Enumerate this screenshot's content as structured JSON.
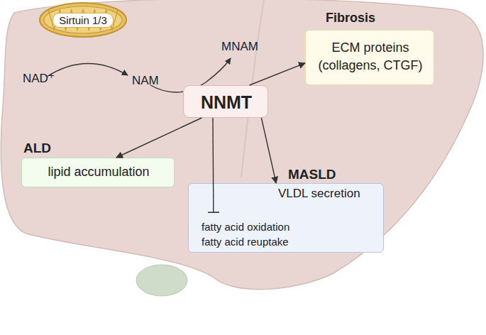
{
  "diagram": {
    "nodes": [
      {
        "text": [
          "Sirtuin 1/3"
        ]
      },
      {
        "text": [
          "NNMT"
        ]
      },
      {
        "text": [
          "Fibrosis",
          "ECM proteins (collagens, CTGF)"
        ]
      },
      {
        "text": [
          "ALD",
          "lipid accumulation"
        ]
      },
      {
        "text": [
          "MASLD",
          "VLDL secretion",
          "fatty acid oxidation fatty acid reuptake"
        ]
      }
    ],
    "edges": [
      {
        "from": 1,
        "to": 2,
        "arrow": "to"
      },
      {
        "from": 1,
        "to": 3,
        "arrow": "to"
      },
      {
        "from": 1,
        "to": 4,
        "arrow": "to"
      },
      {
        "from": 1,
        "to": 4,
        "arrow": "to"
      }
    ],
    "labels": [
      "NAD⁺",
      "NAM",
      "MNAM"
    ]
  }
}
